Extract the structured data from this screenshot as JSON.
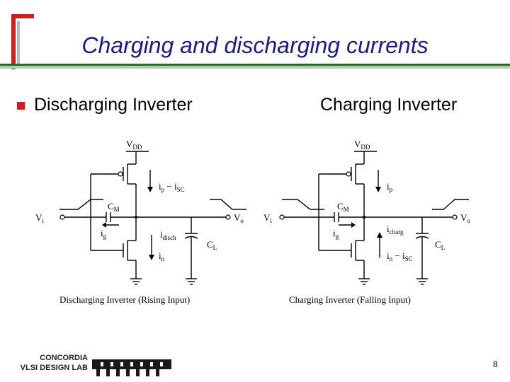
{
  "slide": {
    "title": "Charging and discharging currents",
    "page_number": "8"
  },
  "headings": {
    "left": "Discharging Inverter",
    "right": "Charging Inverter"
  },
  "diagram_left": {
    "caption": "Discharging Inverter (Rising Input)",
    "vdd": "V",
    "vdd_sub": "DD",
    "ip_current": "i",
    "ip_sub": "p",
    "ip_minus": " − i",
    "isc_sub": "SC",
    "cm": "C",
    "cm_sub": "M",
    "vi": "V",
    "vi_sub": "i",
    "vo": "V",
    "vo_sub": "o",
    "ig": "i",
    "ig_sub": "g",
    "idisch": "i",
    "idisch_sub": "disch",
    "in": "i",
    "in_sub": "n",
    "cl": "C",
    "cl_sub": "L"
  },
  "diagram_right": {
    "caption": "Charging Inverter (Falling Input)",
    "vdd": "V",
    "vdd_sub": "DD",
    "ip_current": "i",
    "ip_sub": "p",
    "cm": "C",
    "cm_sub": "M",
    "vi": "V",
    "vi_sub": "i",
    "vo": "V",
    "vo_sub": "o",
    "ig": "i",
    "ig_sub": "g",
    "icharg": "i",
    "icharg_sub": "charg",
    "in": "i",
    "in_sub": "n",
    "in_minus": " − i",
    "isc_sub": "SC",
    "cl": "C",
    "cl_sub": "L"
  },
  "logo": {
    "line1": "CONCORDIA",
    "line2": "VLSI DESIGN LAB",
    "chip_icon": "chip-icon"
  },
  "colors": {
    "title": "#1a1a8c",
    "accent_red": "#cc1f1f",
    "bar_green": "#2a6a2a"
  }
}
